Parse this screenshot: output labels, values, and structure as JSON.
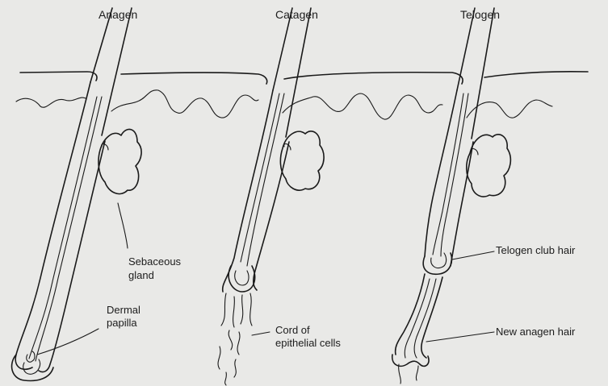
{
  "stages": {
    "anagen": "Anagen",
    "catagen": "Catagen",
    "telogen": "Telogen"
  },
  "labels": {
    "sebaceous_line1": "Sebaceous",
    "sebaceous_line2": "gland",
    "dermal_line1": "Dermal",
    "dermal_line2": "papilla",
    "cord_line1": "Cord of",
    "cord_line2": "epithelial cells",
    "telogen_club_hair": "Telogen club hair",
    "new_anagen_hair": "New anagen hair"
  },
  "colors": {
    "background": "#e9e9e7",
    "ink": "#1a1a1a"
  }
}
